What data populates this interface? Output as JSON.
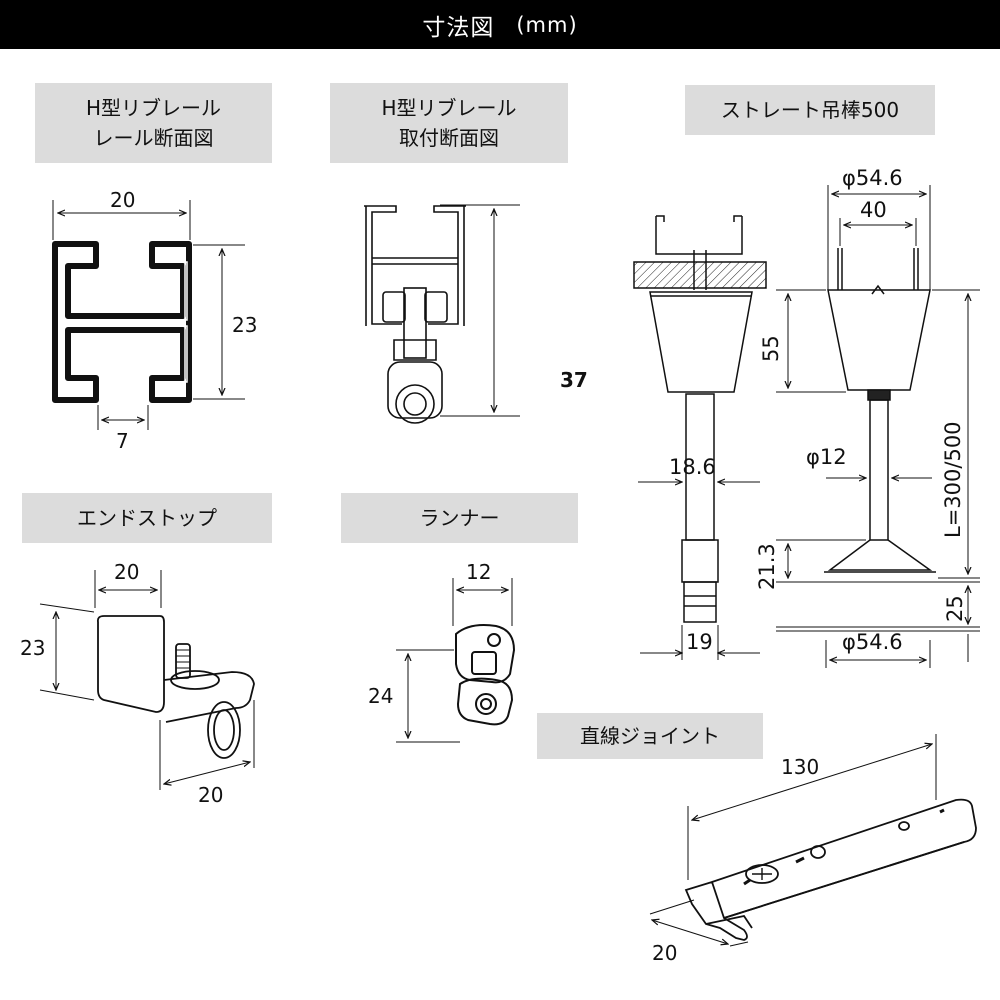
{
  "header": {
    "title": "寸法図",
    "unit": "(mm)"
  },
  "sections": {
    "rail_section": {
      "line1": "H型リブレール",
      "line2": "レール断面図"
    },
    "mount_section": {
      "line1": "H型リブレール",
      "line2": "取付断面図"
    },
    "rod": {
      "label": "ストレート吊棒500"
    },
    "end_stop": {
      "label": "エンドストップ"
    },
    "runner": {
      "label": "ランナー"
    },
    "joint": {
      "label": "直線ジョイント"
    }
  },
  "dimensions": {
    "rail_width": "20",
    "rail_height": "23",
    "rail_gap": "7",
    "mount_height": "37",
    "rod_top_dia": "φ54.6",
    "rod_pin_span": "40",
    "rod_cone_height": "55",
    "rod_shaft_dia": "φ12",
    "rod_length": "L=300/500",
    "rod_shaft_width": "18.6",
    "rod_collar_height": "21.3",
    "rod_base_gap": "25",
    "rod_bottom_dia": "φ54.6",
    "rod_rail_width": "19",
    "endstop_width": "20",
    "endstop_height": "23",
    "endstop_depth": "20",
    "runner_width": "12",
    "runner_height": "24",
    "joint_length": "130",
    "joint_width": "20"
  }
}
